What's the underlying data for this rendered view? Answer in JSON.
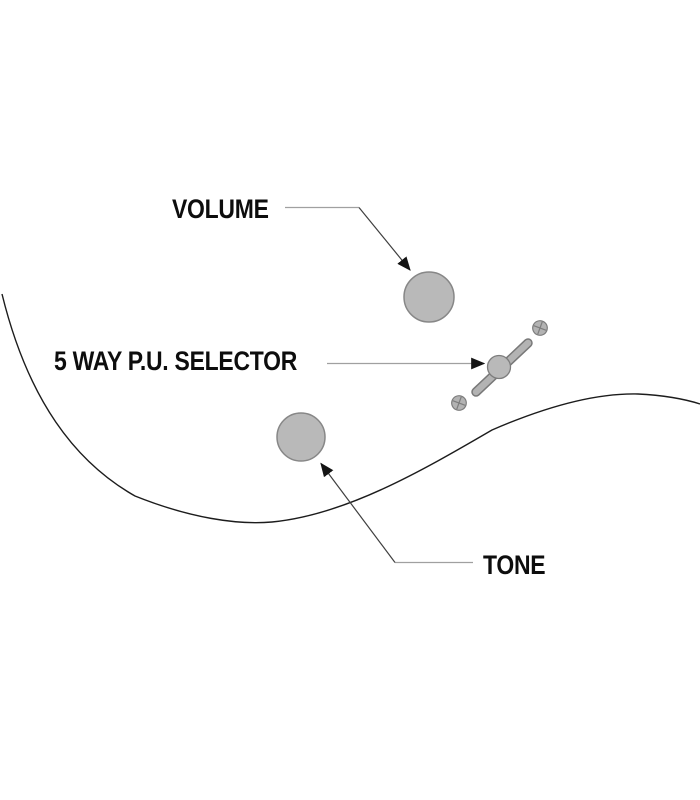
{
  "diagram": {
    "background_color": "#ffffff",
    "labels": {
      "volume": "VOLUME",
      "selector": "5 WAY P.U. SELECTOR",
      "tone": "TONE"
    },
    "components": {
      "volume_knob": "volume-knob",
      "tone_knob": "tone-knob",
      "pickup_selector_switch": "five-way-pickup-selector-switch",
      "body_edge": "guitar-body-edge-curve"
    },
    "colors": {
      "knob_fill": "#b9b9b9",
      "knob_stroke": "#878787",
      "lever_fill": "#b3b3b3",
      "lever_stroke": "#787878",
      "screw_fill": "#b3b3b3",
      "screw_stroke": "#7d7d7d",
      "leader_line": "#a0a0a0",
      "leader_diagonal": "#3f3f3f",
      "arrowhead": "#141414",
      "curve_stroke": "#1c1c1c",
      "label_text": "#0d0d0d"
    }
  }
}
